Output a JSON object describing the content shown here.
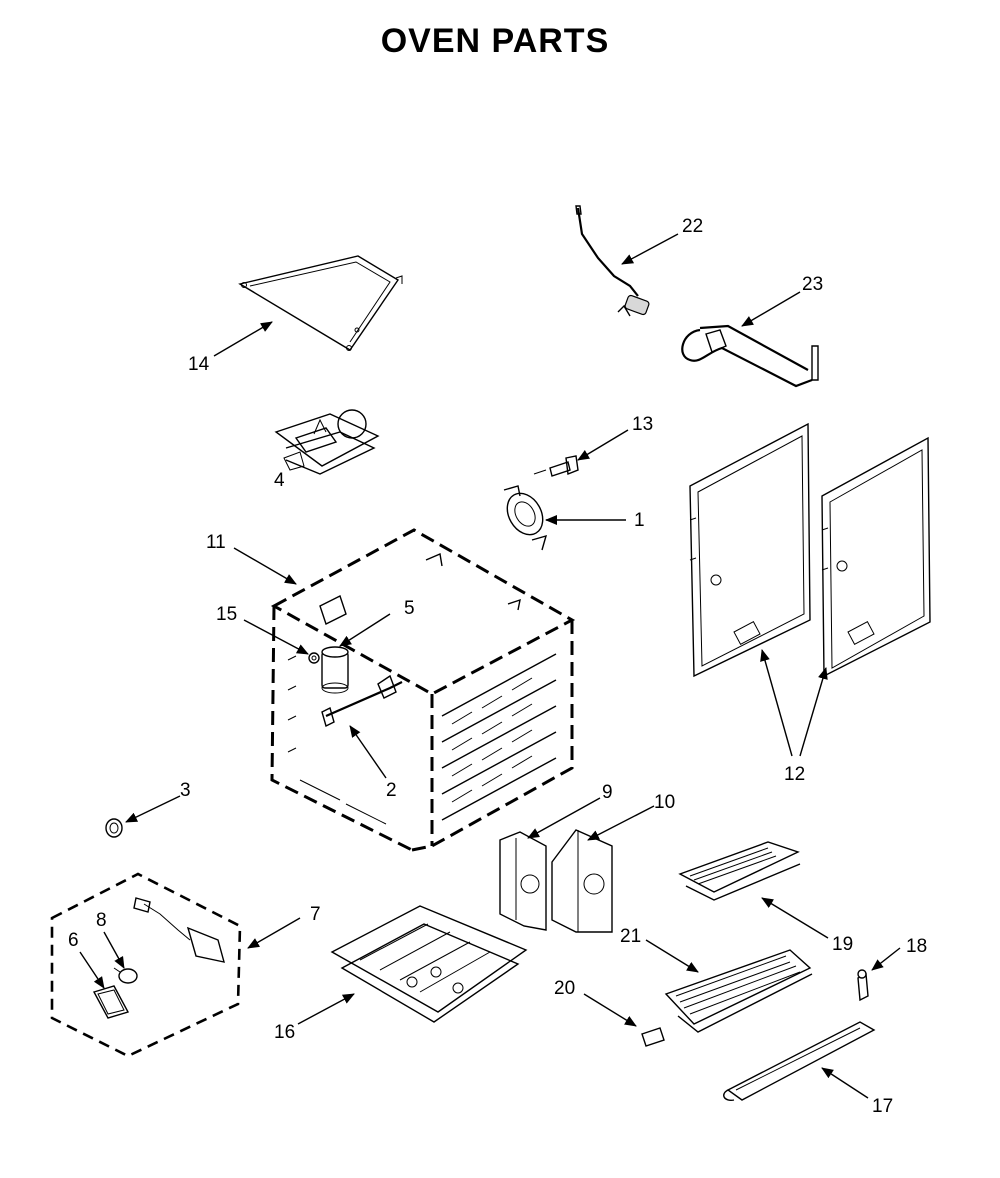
{
  "diagram": {
    "title": "OVEN PARTS",
    "callouts": {
      "p1": "1",
      "p2": "2",
      "p3": "3",
      "p4": "4",
      "p5": "5",
      "p6": "6",
      "p7": "7",
      "p8": "8",
      "p9": "9",
      "p10": "10",
      "p11": "11",
      "p12": "12",
      "p13": "13",
      "p14": "14",
      "p15": "15",
      "p16": "16",
      "p17": "17",
      "p18": "18",
      "p19": "19",
      "p20": "20",
      "p21": "21",
      "p22": "22",
      "p23": "23"
    }
  }
}
